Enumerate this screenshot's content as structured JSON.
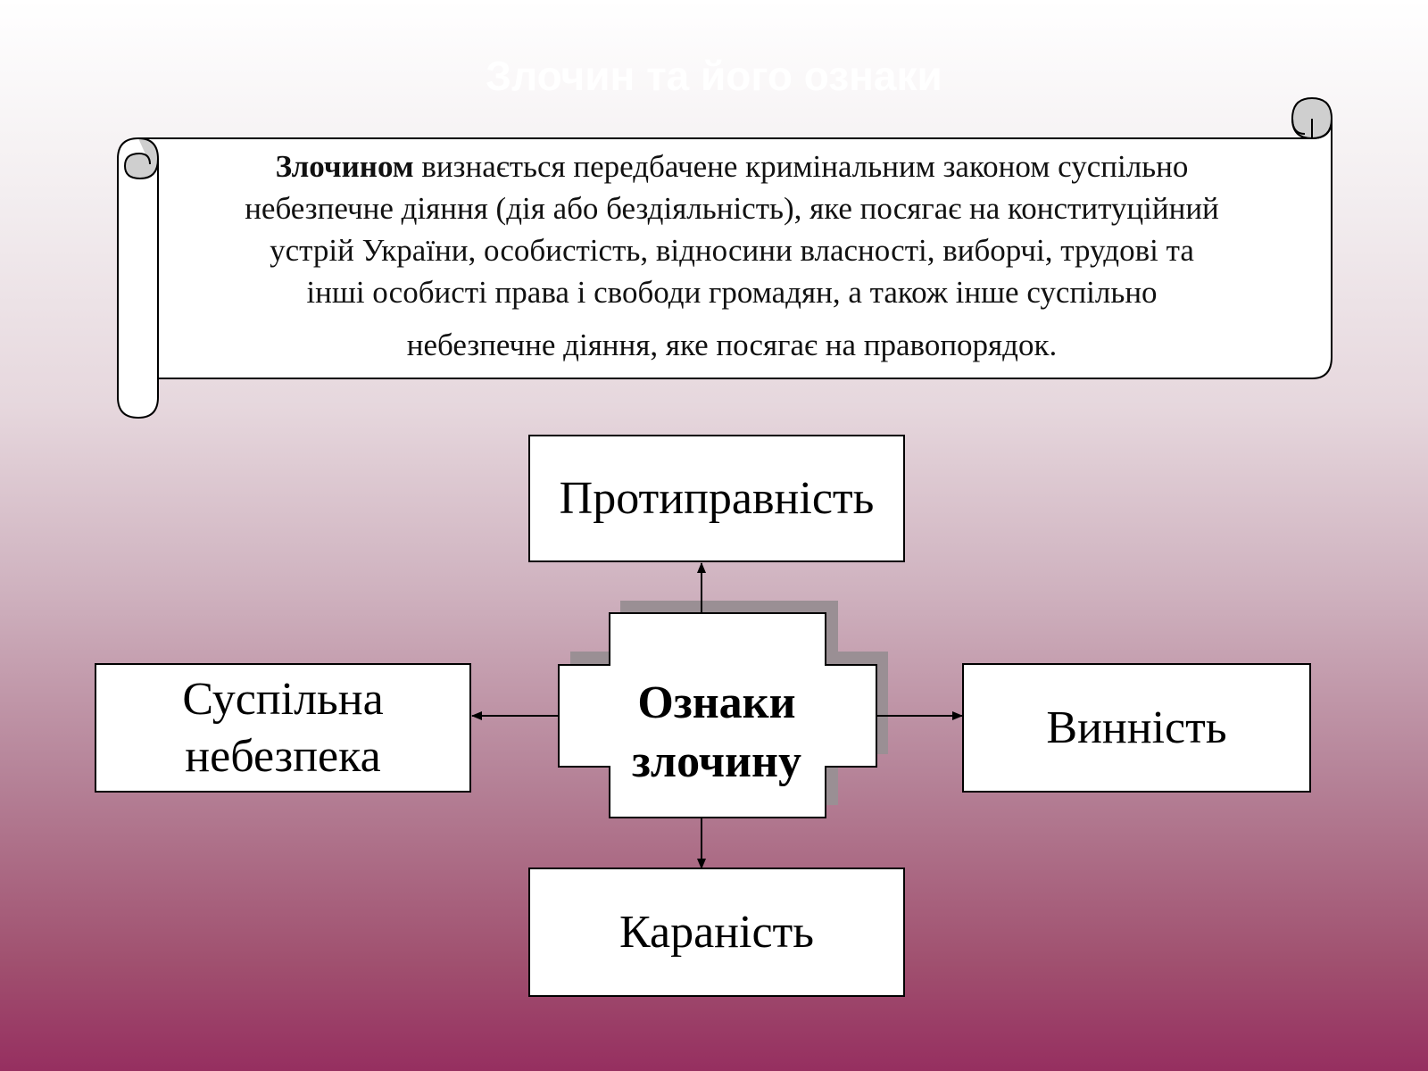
{
  "slide": {
    "title": "Злочин та його ознаки"
  },
  "definition": {
    "term": "Злочином",
    "line1_rest": " визнається передбачене кримінальним законом суспільно",
    "line2": "небезпечне діяння (дія або бездіяльність), яке посягає на конституційний",
    "line3": "устрій України, особистість, відносини власності, виборчі, трудові та",
    "line4": "інші особисті права і свободи громадян, а також інше суспільно",
    "line5": "небезпечне діяння, яке посягає на правопорядок."
  },
  "diagram": {
    "center": {
      "line1": "Ознаки",
      "line2": "злочину"
    },
    "top": "Протиправність",
    "left": {
      "line1": "Суспільна",
      "line2": "небезпека"
    },
    "right": "Винність",
    "bottom": "Караність"
  },
  "colors": {
    "background_top": "#ffffff",
    "background_bottom": "#962f60",
    "box_fill": "#ffffff",
    "outline": "#000000",
    "shadow": "#9a8f94"
  }
}
